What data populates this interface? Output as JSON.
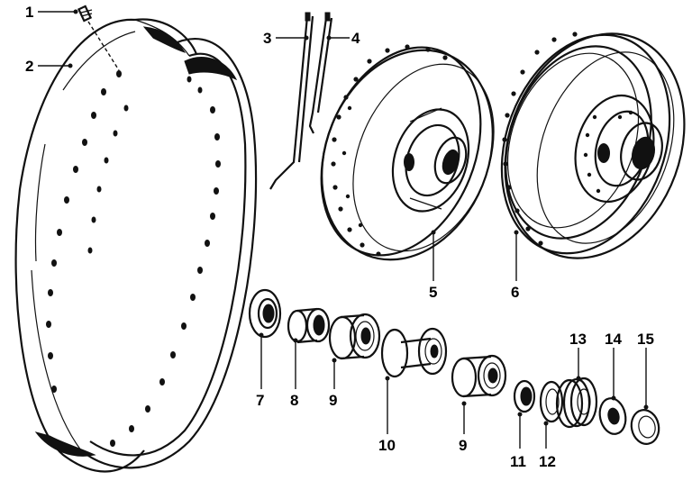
{
  "diagram": {
    "callouts": [
      {
        "id": "1",
        "label": "1"
      },
      {
        "id": "2",
        "label": "2"
      },
      {
        "id": "3",
        "label": "3"
      },
      {
        "id": "4",
        "label": "4"
      },
      {
        "id": "5",
        "label": "5"
      },
      {
        "id": "6",
        "label": "6"
      },
      {
        "id": "7",
        "label": "7"
      },
      {
        "id": "8",
        "label": "8"
      },
      {
        "id": "9a",
        "label": "9"
      },
      {
        "id": "10",
        "label": "10"
      },
      {
        "id": "9b",
        "label": "9"
      },
      {
        "id": "11",
        "label": "11"
      },
      {
        "id": "12",
        "label": "12"
      },
      {
        "id": "13",
        "label": "13"
      },
      {
        "id": "14",
        "label": "14"
      },
      {
        "id": "15",
        "label": "15"
      }
    ],
    "colors": {
      "ink": "#111111",
      "paper": "#ffffff"
    }
  }
}
